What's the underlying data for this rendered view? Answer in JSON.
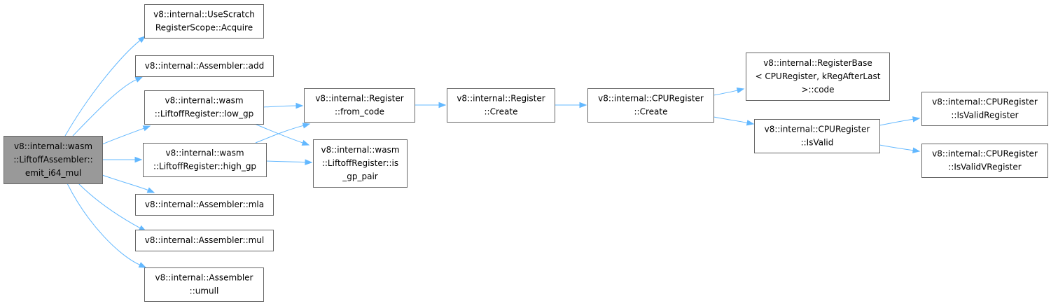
{
  "colors": {
    "edge": "#63b8ff",
    "root_fill": "#999999",
    "node_border": "#666666"
  },
  "nodes": [
    {
      "id": "root",
      "lines": [
        "v8::internal::wasm",
        "::LiftoffAssembler::",
        "emit_i64_mul"
      ],
      "root": true
    },
    {
      "id": "acquire",
      "lines": [
        "v8::internal::UseScratch",
        "RegisterScope::Acquire"
      ]
    },
    {
      "id": "add",
      "lines": [
        "v8::internal::Assembler::add"
      ]
    },
    {
      "id": "low_gp",
      "lines": [
        "v8::internal::wasm",
        "::LiftoffRegister::low_gp"
      ]
    },
    {
      "id": "high_gp",
      "lines": [
        "v8::internal::wasm",
        "::LiftoffRegister::high_gp"
      ]
    },
    {
      "id": "mla",
      "lines": [
        "v8::internal::Assembler::mla"
      ]
    },
    {
      "id": "mul",
      "lines": [
        "v8::internal::Assembler::mul"
      ]
    },
    {
      "id": "umull",
      "lines": [
        "v8::internal::Assembler",
        "::umull"
      ]
    },
    {
      "id": "from_code",
      "lines": [
        "v8::internal::Register",
        "::from_code"
      ]
    },
    {
      "id": "is_gp_pair",
      "lines": [
        "v8::internal::wasm",
        "::LiftoffRegister::is",
        "_gp_pair"
      ]
    },
    {
      "id": "reg_create",
      "lines": [
        "v8::internal::Register",
        "::Create"
      ]
    },
    {
      "id": "cpu_create",
      "lines": [
        "v8::internal::CPURegister",
        "::Create"
      ]
    },
    {
      "id": "regbase_code",
      "lines": [
        "v8::internal::RegisterBase",
        "< CPURegister, kRegAfterLast",
        ">::code"
      ]
    },
    {
      "id": "cpu_isvalid",
      "lines": [
        "v8::internal::CPURegister",
        "::IsValid"
      ]
    },
    {
      "id": "isvalidregister",
      "lines": [
        "v8::internal::CPURegister",
        "::IsValidRegister"
      ]
    },
    {
      "id": "isvalidvregister",
      "lines": [
        "v8::internal::CPURegister",
        "::IsValidVRegister"
      ]
    }
  ],
  "edges": [
    [
      "root",
      "acquire"
    ],
    [
      "root",
      "add"
    ],
    [
      "root",
      "low_gp"
    ],
    [
      "root",
      "high_gp"
    ],
    [
      "root",
      "mla"
    ],
    [
      "root",
      "mul"
    ],
    [
      "root",
      "umull"
    ],
    [
      "low_gp",
      "from_code"
    ],
    [
      "low_gp",
      "is_gp_pair"
    ],
    [
      "high_gp",
      "from_code"
    ],
    [
      "high_gp",
      "is_gp_pair"
    ],
    [
      "from_code",
      "reg_create"
    ],
    [
      "reg_create",
      "cpu_create"
    ],
    [
      "cpu_create",
      "regbase_code"
    ],
    [
      "cpu_create",
      "cpu_isvalid"
    ],
    [
      "cpu_isvalid",
      "isvalidregister"
    ],
    [
      "cpu_isvalid",
      "isvalidvregister"
    ]
  ]
}
